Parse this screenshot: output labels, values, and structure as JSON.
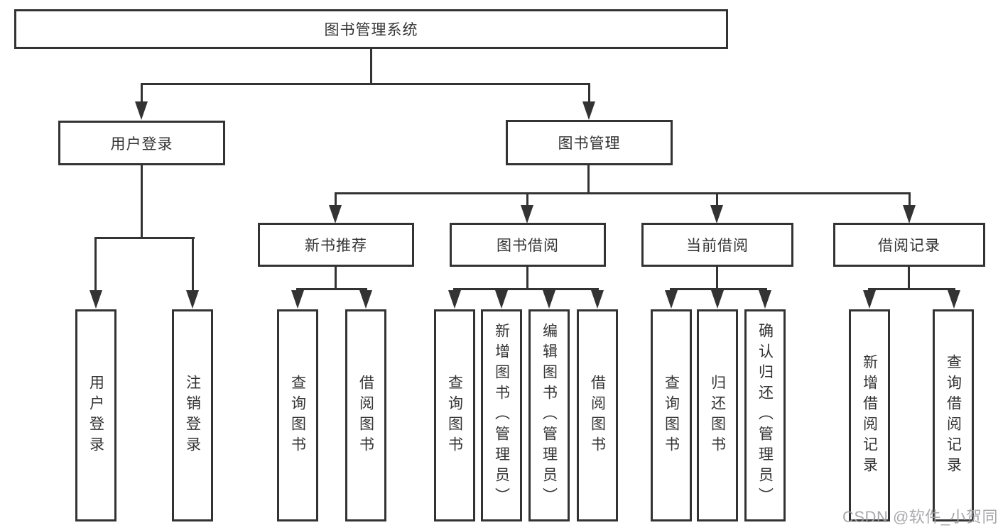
{
  "diagram": {
    "root": "图书管理系统",
    "user_login": {
      "label": "用户登录",
      "children": [
        "用户登录",
        "注销登录"
      ]
    },
    "book_management": {
      "label": "图书管理",
      "new_books": {
        "label": "新书推荐",
        "children": [
          "查询图书",
          "借阅图书"
        ]
      },
      "book_borrowing": {
        "label": "图书借阅",
        "children": [
          "查询图书",
          "新增图书（管理员）",
          "编辑图书（管理员）",
          "借阅图书"
        ]
      },
      "current_borrowing": {
        "label": "当前借阅",
        "children": [
          "查询图书",
          "归还图书",
          "确认归还（管理员）"
        ]
      },
      "borrowing_records": {
        "label": "借阅记录",
        "children": [
          "新增借阅记录",
          "查询借阅记录"
        ]
      }
    }
  },
  "watermark": {
    "text": "CSDN @软件_小贺同学"
  },
  "colors": {
    "line": "#333333",
    "text": "#333333",
    "background": "#ffffff",
    "watermark": "#9e9ea3"
  }
}
